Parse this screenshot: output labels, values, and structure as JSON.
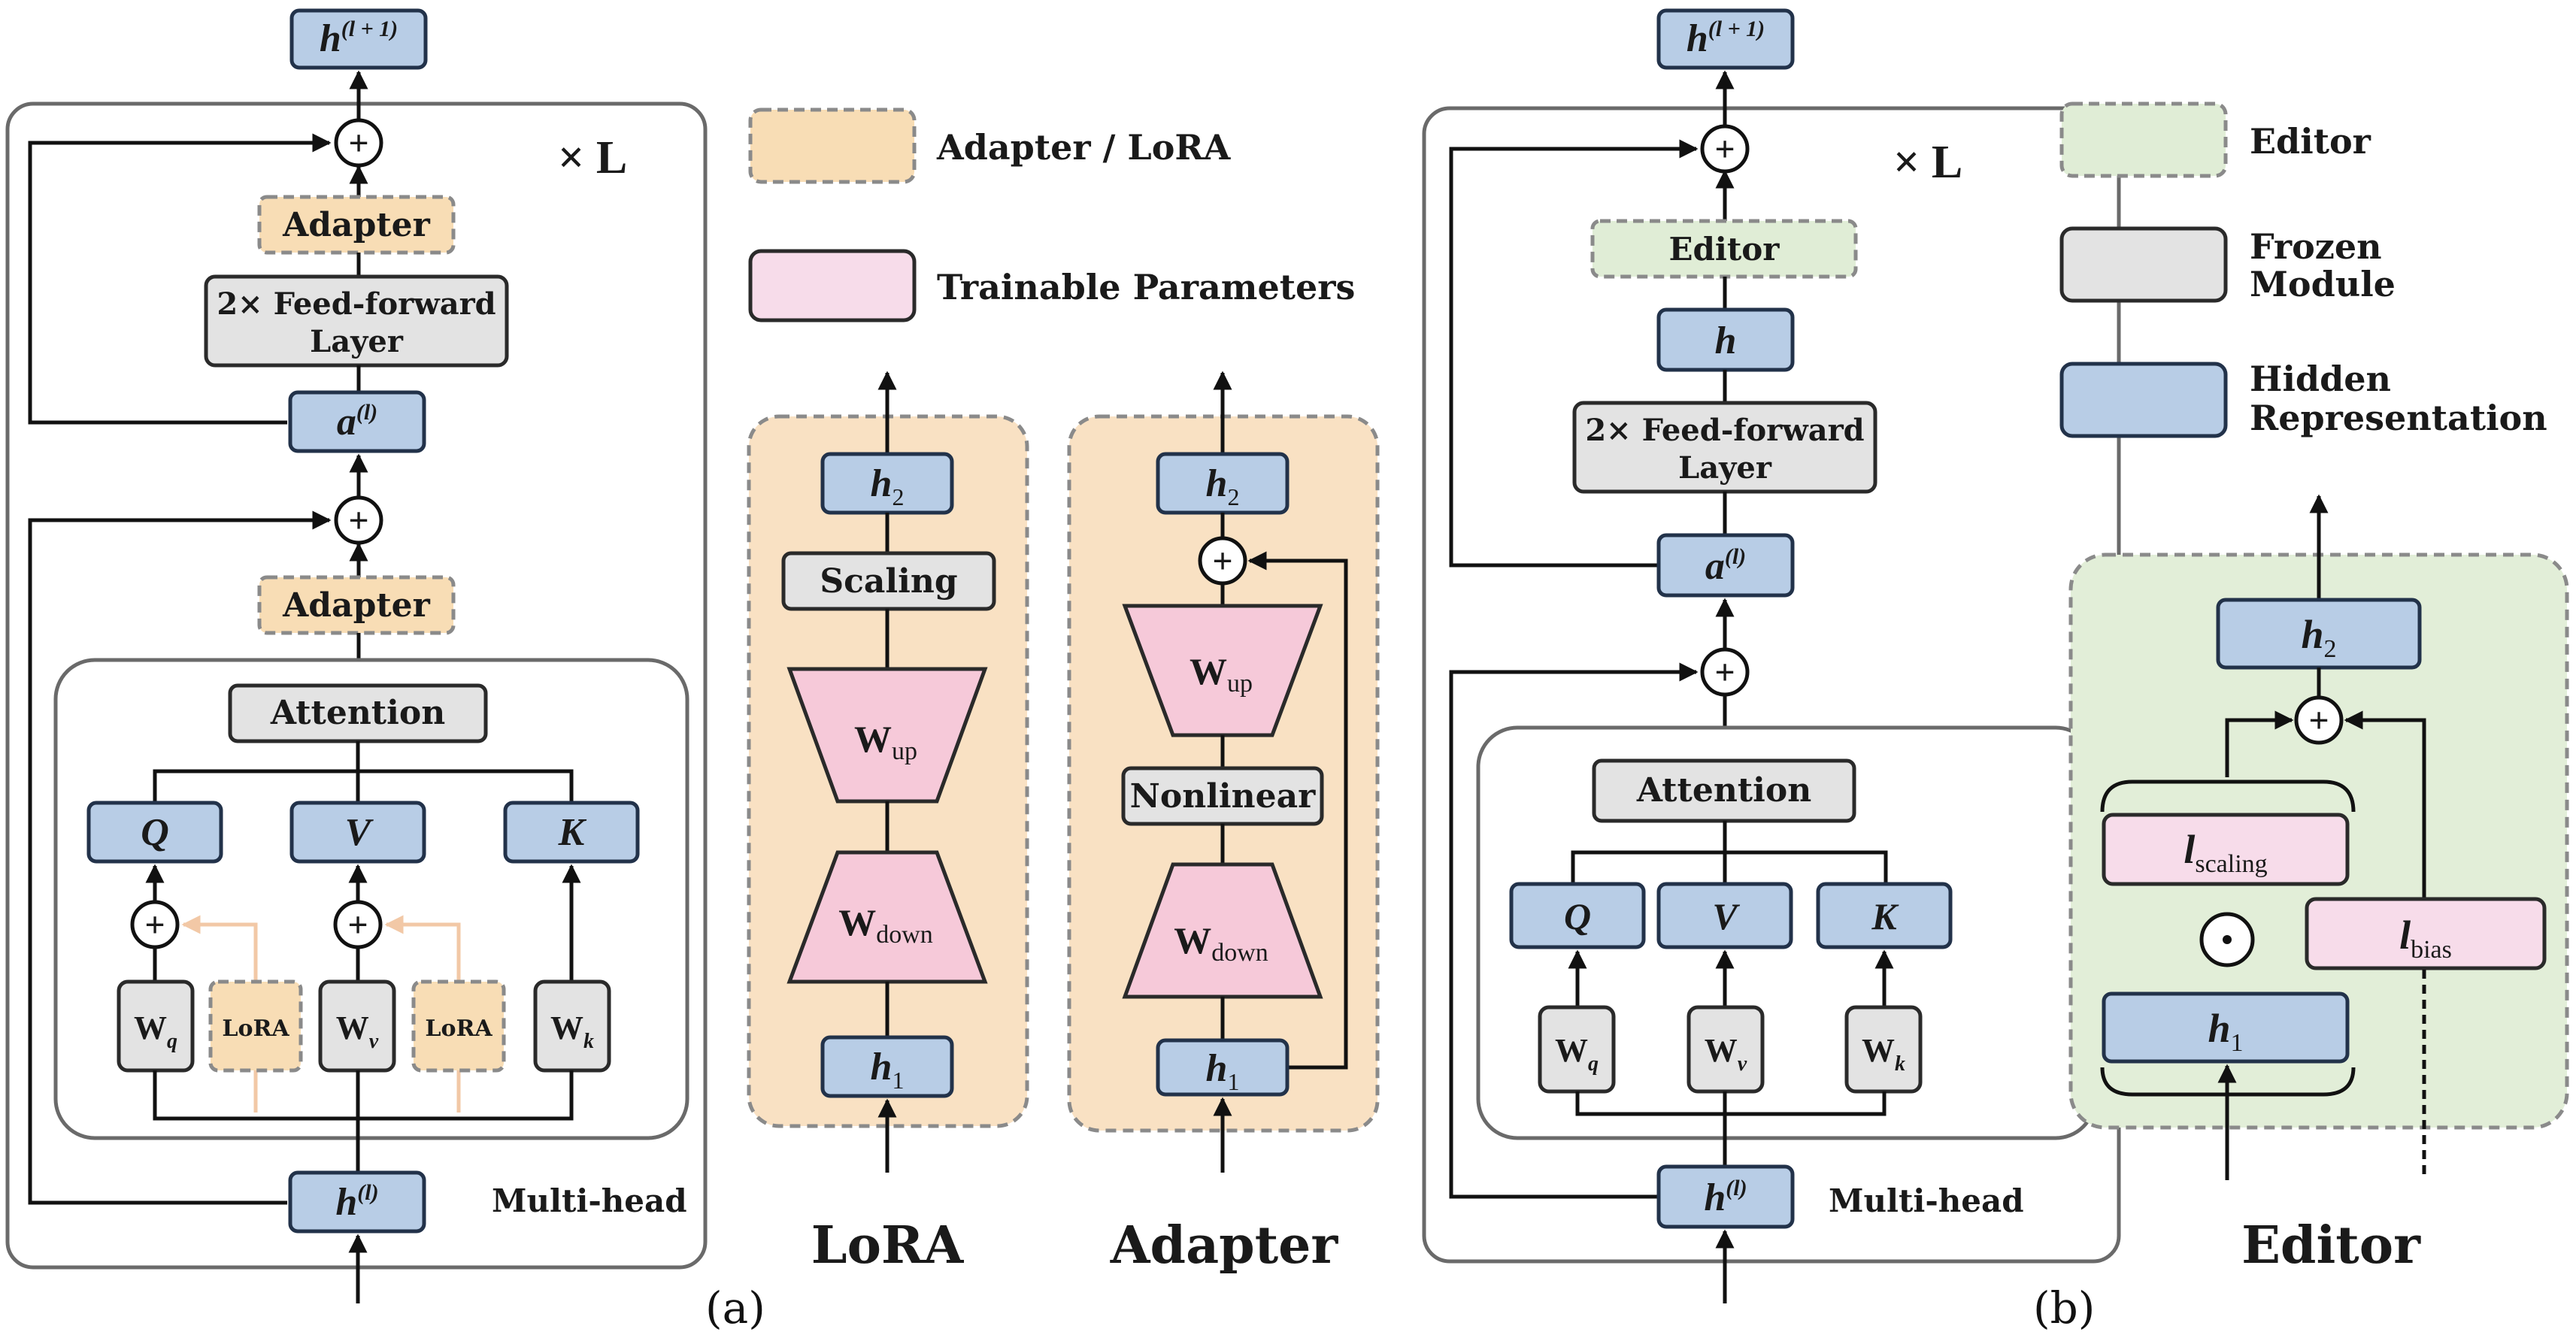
{
  "panel_a": {
    "h_next": {
      "base": "h",
      "sup": "(l + 1)"
    },
    "repeat": "× L",
    "adapter_top": "Adapter",
    "ffn_line1": "2× Feed-forward",
    "ffn_line2": "Layer",
    "a_l": {
      "base": "a",
      "sup": "(l)"
    },
    "adapter_mid": "Adapter",
    "attention": "Attention",
    "q": "Q",
    "v": "V",
    "k": "K",
    "wq": {
      "base": "W",
      "sub": "q"
    },
    "wv": {
      "base": "W",
      "sub": "v"
    },
    "wk": {
      "base": "W",
      "sub": "k"
    },
    "lora1": "LoRA",
    "lora2": "LoRA",
    "h_l": {
      "base": "h",
      "sup": "(l)"
    },
    "multihead": "Multi-head",
    "caption": "(a)"
  },
  "legend_a": {
    "adapter_lora": "Adapter / LoRA",
    "trainable": "Trainable Parameters"
  },
  "lora_detail": {
    "h2": {
      "base": "h",
      "sub": "2"
    },
    "scaling": "Scaling",
    "wup": {
      "base": "W",
      "sub": "up"
    },
    "wdown": {
      "base": "W",
      "sub": "down"
    },
    "h1": {
      "base": "h",
      "sub": "1"
    },
    "title": "LoRA"
  },
  "adapter_detail": {
    "h2": {
      "base": "h",
      "sub": "2"
    },
    "wup": {
      "base": "W",
      "sub": "up"
    },
    "nonlinear": "Nonlinear",
    "wdown": {
      "base": "W",
      "sub": "down"
    },
    "h1": {
      "base": "h",
      "sub": "1"
    },
    "title": "Adapter"
  },
  "panel_b": {
    "h_next": {
      "base": "h",
      "sup": "(l + 1)"
    },
    "repeat": "× L",
    "editor": "Editor",
    "h": "h",
    "ffn_line1": "2× Feed-forward",
    "ffn_line2": "Layer",
    "a_l": {
      "base": "a",
      "sup": "(l)"
    },
    "attention": "Attention",
    "q": "Q",
    "v": "V",
    "k": "K",
    "wq": {
      "base": "W",
      "sub": "q"
    },
    "wv": {
      "base": "W",
      "sub": "v"
    },
    "wk": {
      "base": "W",
      "sub": "k"
    },
    "h_l": {
      "base": "h",
      "sup": "(l)"
    },
    "multihead": "Multi-head",
    "caption": "(b)"
  },
  "legend_b": {
    "editor": "Editor",
    "frozen_line1": "Frozen",
    "frozen_line2": "Module",
    "hidden_line1": "Hidden",
    "hidden_line2": "Representation"
  },
  "editor_detail": {
    "h2": {
      "base": "h",
      "sub": "2"
    },
    "l_scaling": {
      "base": "l",
      "sub": "scaling"
    },
    "odot": "⊙",
    "l_bias": {
      "base": "l",
      "sub": "bias"
    },
    "h1": {
      "base": "h",
      "sub": "1"
    },
    "title": "Editor"
  },
  "colors": {
    "hidden": "#b8cde6",
    "frozen": "#e3e3e3",
    "adapter_lora": "#f8ddb5",
    "trainable": "#f7dcea",
    "editor": "#e0edd6"
  }
}
